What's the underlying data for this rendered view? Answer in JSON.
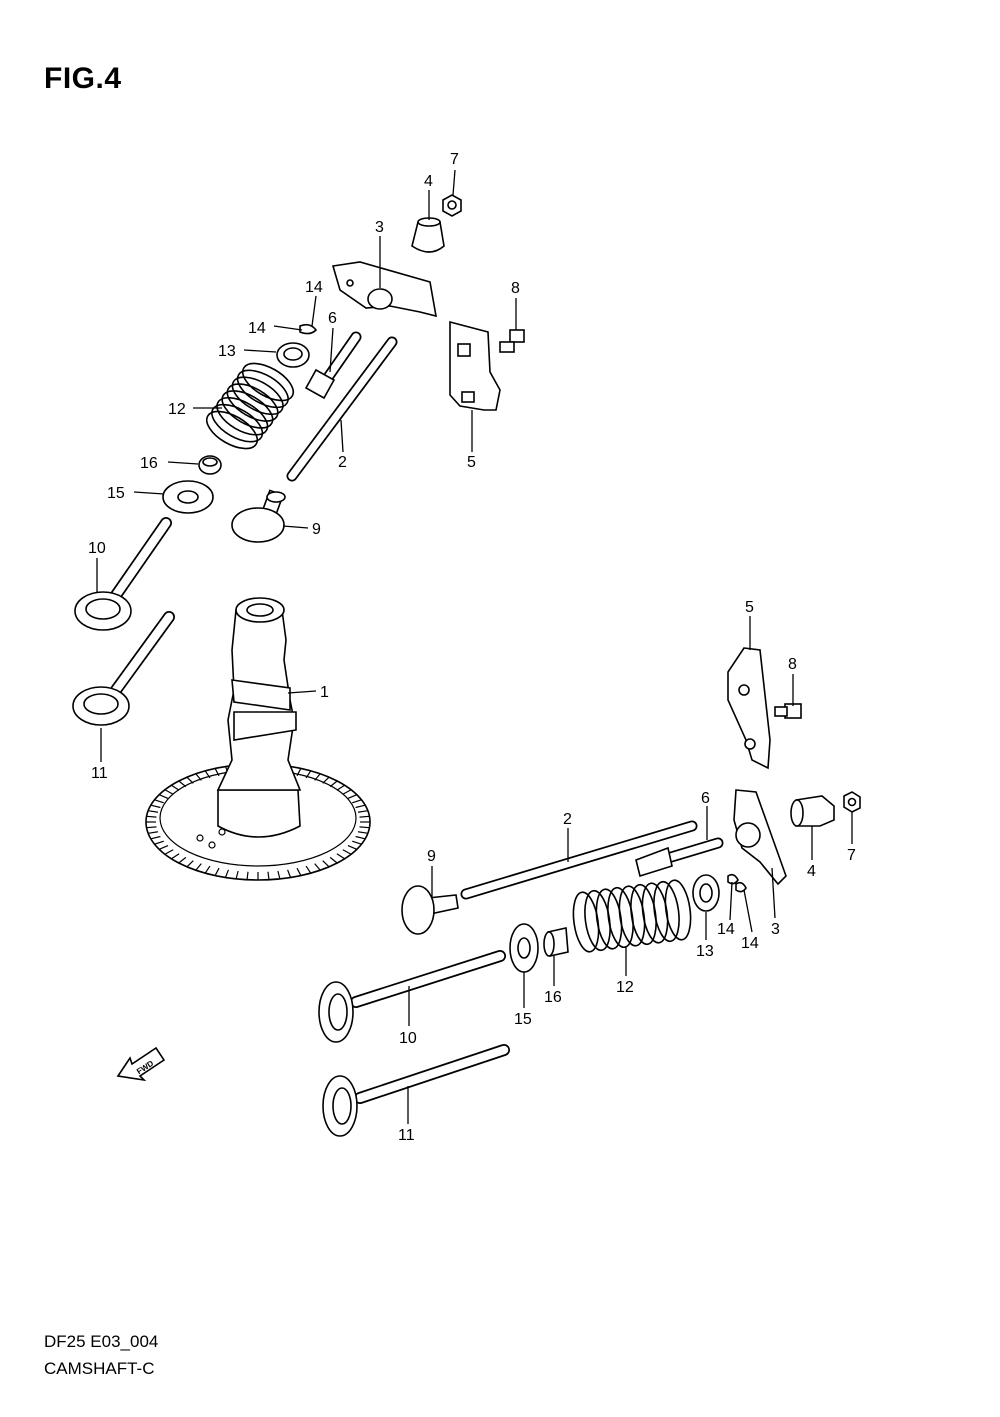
{
  "figure": {
    "title": "FIG.4"
  },
  "footer": {
    "code": "DF25 E03_004",
    "name": "CAMSHAFT-C"
  },
  "fwd_label": "FWD",
  "callouts": [
    {
      "id": "u7",
      "text": "7"
    },
    {
      "id": "u4",
      "text": "4"
    },
    {
      "id": "u3",
      "text": "3"
    },
    {
      "id": "u8",
      "text": "8"
    },
    {
      "id": "u14a",
      "text": "14"
    },
    {
      "id": "u14b",
      "text": "14"
    },
    {
      "id": "u6",
      "text": "6"
    },
    {
      "id": "u13",
      "text": "13"
    },
    {
      "id": "u12",
      "text": "12"
    },
    {
      "id": "u2",
      "text": "2"
    },
    {
      "id": "u5",
      "text": "5"
    },
    {
      "id": "u16",
      "text": "16"
    },
    {
      "id": "u15",
      "text": "15"
    },
    {
      "id": "u9",
      "text": "9"
    },
    {
      "id": "u10",
      "text": "10"
    },
    {
      "id": "u1",
      "text": "1"
    },
    {
      "id": "u11",
      "text": "11"
    },
    {
      "id": "l5",
      "text": "5"
    },
    {
      "id": "l8",
      "text": "8"
    },
    {
      "id": "l6",
      "text": "6"
    },
    {
      "id": "l2",
      "text": "2"
    },
    {
      "id": "l9",
      "text": "9"
    },
    {
      "id": "l7",
      "text": "7"
    },
    {
      "id": "l4",
      "text": "4"
    },
    {
      "id": "l3",
      "text": "3"
    },
    {
      "id": "l14a",
      "text": "14"
    },
    {
      "id": "l14b",
      "text": "14"
    },
    {
      "id": "l13",
      "text": "13"
    },
    {
      "id": "l12",
      "text": "12"
    },
    {
      "id": "l16",
      "text": "16"
    },
    {
      "id": "l15",
      "text": "15"
    },
    {
      "id": "l10",
      "text": "10"
    },
    {
      "id": "l11",
      "text": "11"
    }
  ]
}
